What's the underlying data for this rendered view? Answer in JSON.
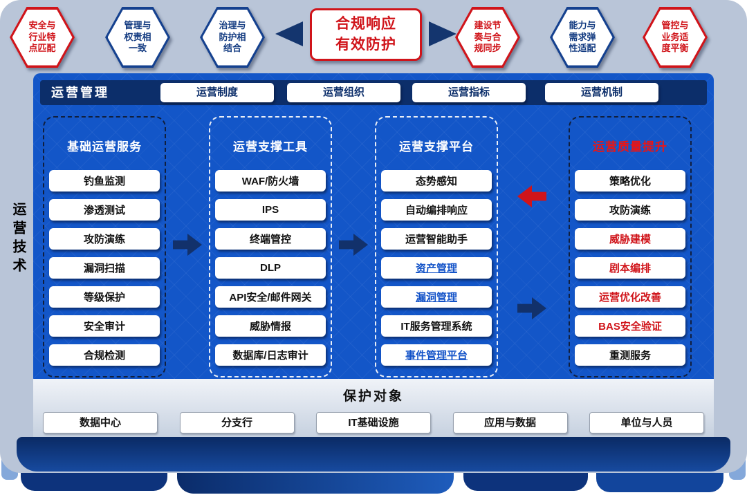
{
  "colors": {
    "accent_red": "#d0141a",
    "navy": "#0c2e6a",
    "panel_blue": "#1356c8",
    "frame_gray_blue": "#b9c5d8",
    "link_blue": "#1353c8"
  },
  "top_principles": {
    "hexagons": [
      {
        "label": "安全与行业特点匹配",
        "accent": "red"
      },
      {
        "label": "管理与权责相一致",
        "accent": "blue"
      },
      {
        "label": "治理与防护相结合",
        "accent": "blue"
      },
      {
        "label": "建设节奏与合规同步",
        "accent": "red"
      },
      {
        "label": "能力与需求弹性适配",
        "accent": "blue"
      },
      {
        "label": "管控与业务适度平衡",
        "accent": "red"
      }
    ],
    "center_goal": {
      "line1": "合规响应",
      "line2": "有效防护"
    }
  },
  "ops_management": {
    "label": "运营管理",
    "items": [
      "运营制度",
      "运营组织",
      "运营指标",
      "运营机制"
    ]
  },
  "ops_technology": {
    "side_label": "运营技术",
    "columns": [
      {
        "title": "基础运营服务",
        "items": [
          {
            "label": "钓鱼监测",
            "tone": "dark"
          },
          {
            "label": "渗透测试",
            "tone": "dark"
          },
          {
            "label": "攻防演练",
            "tone": "dark"
          },
          {
            "label": "漏洞扫描",
            "tone": "dark"
          },
          {
            "label": "等级保护",
            "tone": "dark"
          },
          {
            "label": "安全审计",
            "tone": "dark"
          },
          {
            "label": "合规检测",
            "tone": "dark"
          }
        ]
      },
      {
        "title": "运营支撑工具",
        "items": [
          {
            "label": "WAF/防火墙",
            "tone": "dark"
          },
          {
            "label": "IPS",
            "tone": "dark"
          },
          {
            "label": "终端管控",
            "tone": "dark"
          },
          {
            "label": "DLP",
            "tone": "dark"
          },
          {
            "label": "API安全/邮件网关",
            "tone": "dark"
          },
          {
            "label": "威胁情报",
            "tone": "dark"
          },
          {
            "label": "数据库/日志审计",
            "tone": "dark"
          }
        ]
      },
      {
        "title": "运营支撑平台",
        "items": [
          {
            "label": "态势感知",
            "tone": "dark"
          },
          {
            "label": "自动编排响应",
            "tone": "dark"
          },
          {
            "label": "运营智能助手",
            "tone": "dark"
          },
          {
            "label": "资产管理",
            "tone": "link"
          },
          {
            "label": "漏洞管理",
            "tone": "link"
          },
          {
            "label": "IT服务管理系统",
            "tone": "dark"
          },
          {
            "label": "事件管理平台",
            "tone": "link"
          }
        ]
      },
      {
        "title": "运营质量提升",
        "title_accent": "red",
        "items": [
          {
            "label": "策略优化",
            "tone": "dark"
          },
          {
            "label": "攻防演练",
            "tone": "dark"
          },
          {
            "label": "威胁建模",
            "tone": "red"
          },
          {
            "label": "剧本编排",
            "tone": "red"
          },
          {
            "label": "运营优化改善",
            "tone": "red"
          },
          {
            "label": "BAS安全验证",
            "tone": "red"
          },
          {
            "label": "重测服务",
            "tone": "dark"
          }
        ]
      }
    ]
  },
  "protection": {
    "title": "保护对象",
    "items": [
      "数据中心",
      "分支行",
      "IT基础设施",
      "应用与数据",
      "单位与人员"
    ]
  }
}
